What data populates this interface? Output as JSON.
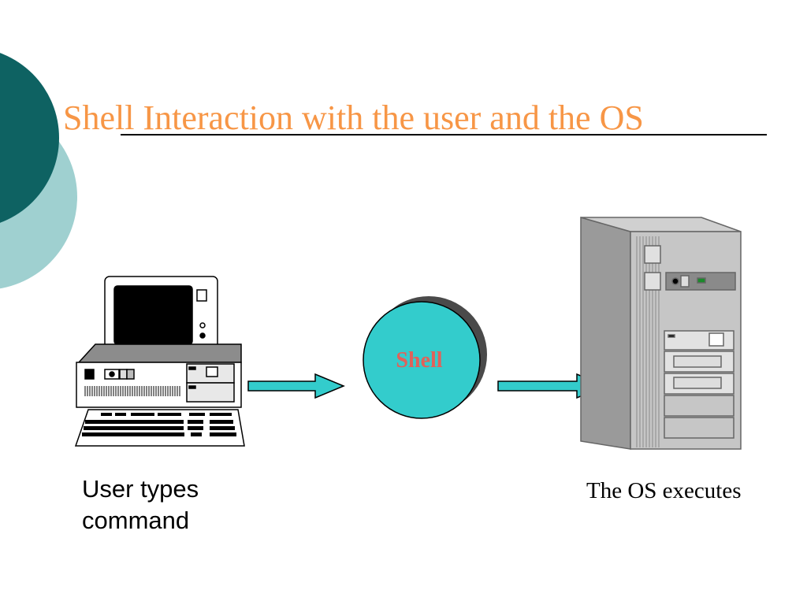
{
  "slide": {
    "title": "Shell Interaction with the user and the OS"
  },
  "diagram": {
    "shell_label": "Shell",
    "user_caption": "User types command",
    "os_caption": "The OS executes",
    "icons": [
      "desktop-computer-icon",
      "tower-server-icon"
    ],
    "colors": {
      "title": "#F79646",
      "shell_label": "#E0625A",
      "shell_fill": "#33CCCC",
      "arrow_fill": "#33CCCC",
      "deco_dark": "#0E6262",
      "deco_light": "#9FD0D0"
    }
  }
}
